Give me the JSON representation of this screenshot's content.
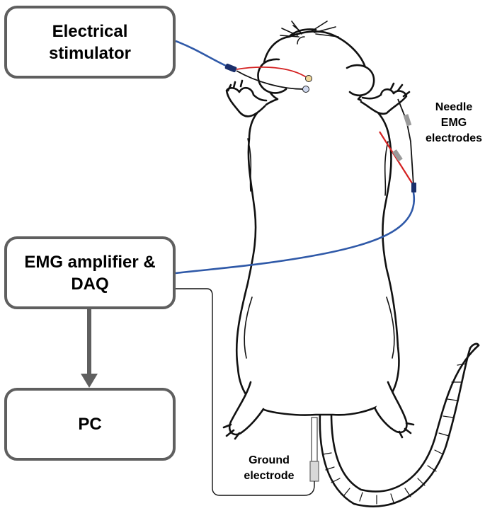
{
  "boxes": {
    "stimulator": "Electrical\nstimulator",
    "amplifier": "EMG amplifier &\nDAQ",
    "pc": "PC"
  },
  "labels": {
    "needle": "Needle\nEMG\nelectrodes",
    "ground": "Ground\nelectrode"
  },
  "colors": {
    "box_border": "#5f5f5f",
    "blue_cable": "#2f59a8",
    "red_wire": "#d42020",
    "black_wire": "#111111",
    "needle_grey": "#9a9a9a"
  }
}
